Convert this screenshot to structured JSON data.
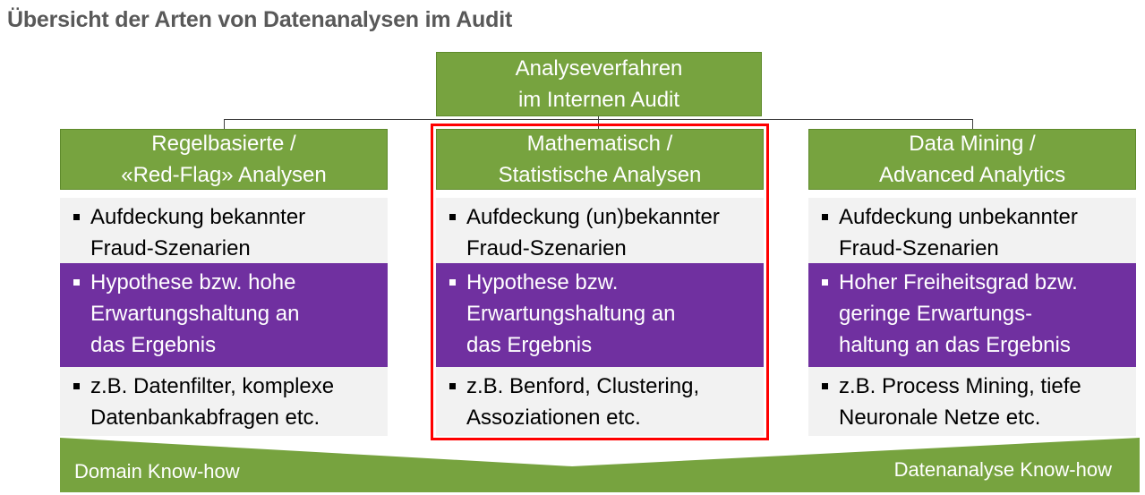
{
  "title": "Übersicht der Arten von Datenanalysen im Audit",
  "root": {
    "line1": "Analyseverfahren",
    "line2": "im Internen Audit"
  },
  "columns": [
    {
      "header": {
        "line1": "Regelbasierte /",
        "line2": "«Red-Flag» Analysen"
      },
      "items": [
        {
          "lines": [
            "Aufdeckung bekannter",
            "Fraud-Szenarien"
          ]
        },
        {
          "lines": [
            "Hypothese bzw. hohe",
            "Erwartungshaltung an",
            "das Ergebnis"
          ]
        },
        {
          "lines": [
            "z.B. Datenfilter, komplexe",
            "Datenbankabfragen etc."
          ]
        }
      ]
    },
    {
      "header": {
        "line1": "Mathematisch /",
        "line2": "Statistische Analysen"
      },
      "items": [
        {
          "lines": [
            "Aufdeckung (un)bekannter",
            "Fraud-Szenarien"
          ]
        },
        {
          "lines": [
            "Hypothese bzw.",
            "Erwartungshaltung an",
            "das Ergebnis"
          ]
        },
        {
          "lines": [
            "z.B. Benford, Clustering,",
            "Assoziationen etc."
          ]
        }
      ]
    },
    {
      "header": {
        "line1": "Data Mining /",
        "line2": "Advanced Analytics"
      },
      "items": [
        {
          "lines": [
            "Aufdeckung unbekannter",
            "Fraud-Szenarien"
          ]
        },
        {
          "lines": [
            "Hoher Freiheitsgrad bzw.",
            "geringe Erwartungs-",
            "haltung an das Ergebnis"
          ]
        },
        {
          "lines": [
            "z.B. Process Mining, tiefe",
            "Neuronale Netze etc."
          ]
        }
      ]
    }
  ],
  "band": {
    "left_label": "Domain Know-how",
    "right_label": "Datenanalyse Know-how"
  },
  "colors": {
    "green": "#77a33f",
    "purple": "#7030a0",
    "grey": "#f2f2f2",
    "highlight": "#ff0000",
    "title": "#595959"
  },
  "highlighted_column": "Mathematisch / Statistische Analysen"
}
